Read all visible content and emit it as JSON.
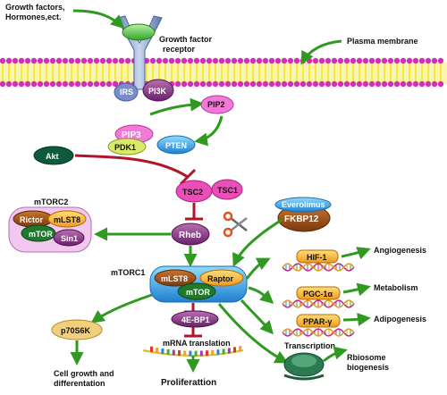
{
  "labels": {
    "growth_factors": "Growth factors,",
    "hormones": "Hormones,ect.",
    "growth_factor": "Growth factor",
    "receptor": "receptor",
    "plasma_membrane": "Plasma membrane",
    "irs": "IRS",
    "pi3k": "PI3K",
    "pip2": "PIP2",
    "pip3": "PIP3",
    "pdk1": "PDK1",
    "pten": "PTEN",
    "akt": "Akt",
    "tsc2": "TSC2",
    "tsc1": "TSC1",
    "mtorc2": "mTORC2",
    "rictor": "Rictor",
    "mlst8": "mLST8",
    "mtor": "mTOR",
    "sin1": "Sin1",
    "rheb": "Rheb",
    "everolimus": "Everolimus",
    "fkbp12": "FKBP12",
    "mtorc1": "mTORC1",
    "raptor": "Raptor",
    "ebp1": "4E-BP1",
    "p70s6k": "p70S6K",
    "mrna_translation": "mRNA translation",
    "proliferation": "Proliferattion",
    "cell_growth_1": "Cell growth and",
    "cell_growth_2": "differentation",
    "hif1": "HIF-1",
    "pgc1a": "PGC-1α",
    "ppar": "PPAR-γ",
    "angiogenesis": "Angiogenesis",
    "metabolism": "Metabolism",
    "adipogenesis": "Adipogenesis",
    "transcription": "Transcription",
    "ribosome_1": "Rbiosome",
    "ribosome_2": "biogenesis"
  },
  "colors": {
    "arrow_green": "#2f9a1f",
    "inhibit_red": "#b0152a",
    "membrane_yellow": "#f2e82a",
    "membrane_magenta": "#d32fb5"
  }
}
